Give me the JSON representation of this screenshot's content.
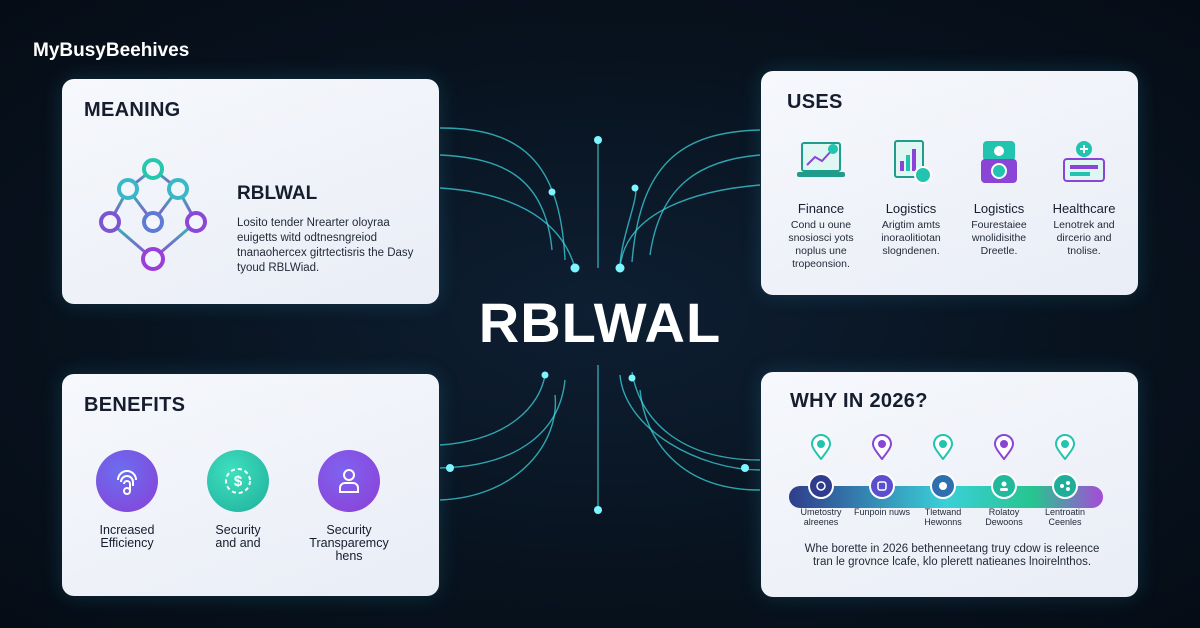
{
  "brand": "MyBusyBeehives",
  "center_title": "RBLWAL",
  "meaning": {
    "title": "MEANING",
    "subtitle": "RBLWAL",
    "description": "Losito tender Nrearter oloyraa euigetts witd odtnesngreiod tnanaohercex gitrtectisris the Dasy tyoud RBLWiad."
  },
  "uses": {
    "title": "USES",
    "items": [
      {
        "label": "Finance",
        "desc": "Cond u oune snosiosci yots noplus une tropeonsion.",
        "icon": "laptop-chart-icon"
      },
      {
        "label": "Logistics",
        "desc": "Arigtim amts inoraolitiotan slogndenen.",
        "icon": "document-chart-icon"
      },
      {
        "label": "Logistics",
        "desc": "Fourestaiee wnolidisithe Dreetle.",
        "icon": "device-box-icon"
      },
      {
        "label": "Healthcare",
        "desc": "Lenotrek and dircerio and tnolise.",
        "icon": "healthcare-icon"
      }
    ]
  },
  "benefits": {
    "title": "BENEFITS",
    "items": [
      {
        "label": "Increased Efficiency",
        "icon": "fingerprint-icon"
      },
      {
        "label": "Security and and",
        "icon": "dollar-coin-icon"
      },
      {
        "label": "Security Transparemcy hens",
        "icon": "user-badge-icon"
      }
    ]
  },
  "why": {
    "title": "WHY IN 2026?",
    "milestones": [
      {
        "label": "Umetostry alreenes",
        "icon": "fingerprint-icon"
      },
      {
        "label": "Funpoin nuws",
        "icon": "user-icon"
      },
      {
        "label": "Tletwand Hewonns",
        "icon": "target-icon"
      },
      {
        "label": "Rolatoy Dewoons",
        "icon": "person-icon"
      },
      {
        "label": "Lentroatin Ceenles",
        "icon": "network-icon"
      }
    ],
    "description": "Whe borette in 2026 bethenneetang truy cdow is releence tran le grovnce lcafe, klo plerett natieanes lnoirelnthos."
  },
  "colors": {
    "background": "#08131f",
    "connector": "#3ee0e8",
    "card": "#eef1f8",
    "accent_purple": "#8a45d6",
    "accent_teal": "#22c4b0"
  }
}
